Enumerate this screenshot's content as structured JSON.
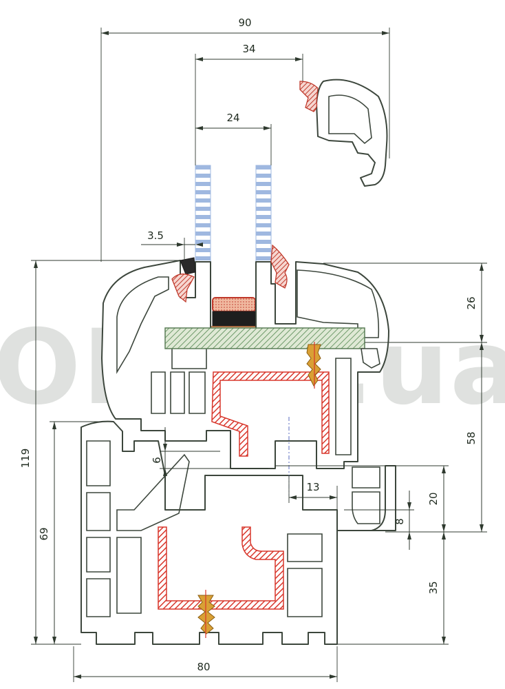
{
  "watermark": "OKNA.ua",
  "dimensions": {
    "overall_width": "90",
    "glass_pack": "34",
    "glass_gap": "24",
    "rebate": "3.5",
    "sash_top": "26",
    "sash_height": "58",
    "total_height": "119",
    "frame_height": "69",
    "overlap": "6",
    "offset": "13",
    "sash_lower": "20",
    "seal_gap": "8",
    "frame_lower": "35",
    "frame_width": "80"
  },
  "colors": {
    "outline": "#3c463c",
    "glass": "#9fb8e0",
    "reinforcement": "#d8362b",
    "glazing_bead_seal": "#c0392b",
    "spacer": "#e8b24a",
    "glass_support": "#6e9a6a",
    "hardware": "#d9a035",
    "gasket": "#2a2a2a"
  },
  "icons": {
    "anchor": "screw-anchor-icon"
  }
}
